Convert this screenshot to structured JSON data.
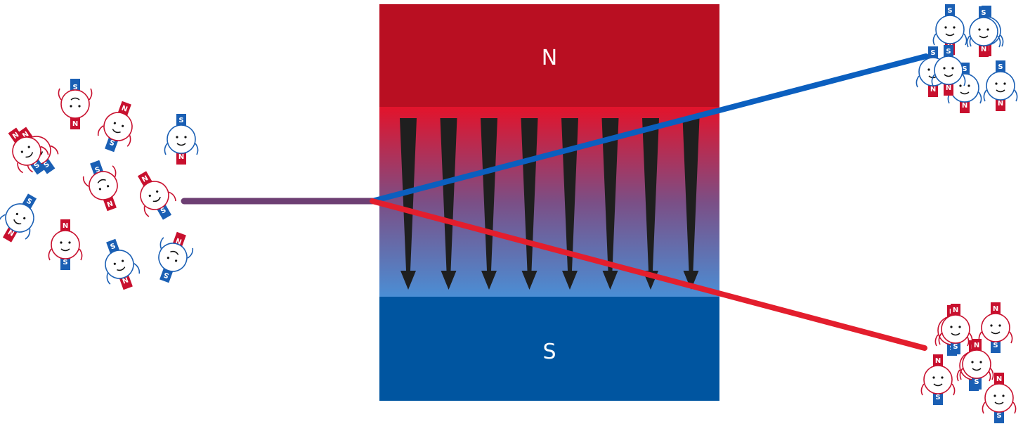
{
  "magnet": {
    "north_label": "N",
    "south_label": "S",
    "north_color": "#b90f22",
    "south_color": "#0055a0",
    "field_top_color": "#e3132b",
    "field_bottom_color": "#4a8fd6",
    "field_arrow_color": "#1f1f1f",
    "field_arrow_count": 8
  },
  "beam": {
    "incoming_color": "#6d3f73",
    "spin_up_color": "#0b5fbf",
    "spin_down_color": "#e31e2d"
  },
  "particles": {
    "north_tag": "N",
    "south_tag": "S",
    "red_color": "#c8102e",
    "blue_color": "#1a5fb4",
    "source_count": 12,
    "deflected_up_count": 7,
    "deflected_down_count": 7
  }
}
